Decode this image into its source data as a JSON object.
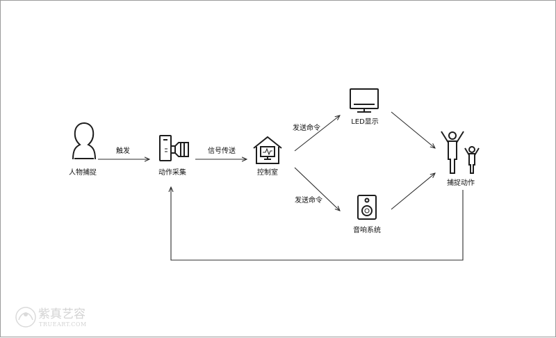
{
  "nodes": {
    "person_capture": {
      "label": "人物捕捉",
      "icon": "person-head-icon"
    },
    "motion_capture": {
      "label": "动作采集",
      "icon": "camera-icon"
    },
    "control_room": {
      "label": "控制室",
      "icon": "control-room-house-icon"
    },
    "led_display": {
      "label": "LED显示",
      "icon": "monitor-icon"
    },
    "audio_system": {
      "label": "音响系统",
      "icon": "speaker-icon"
    },
    "capture_motion": {
      "label": "捕捉动作",
      "icon": "people-cheering-icon"
    }
  },
  "edges": {
    "trigger": "触发",
    "signal": "信号传送",
    "send_led": "发送命令",
    "send_audio": "发送命令"
  },
  "watermark": {
    "line1": "紫真艺容",
    "line2": "TRUEART.COM"
  },
  "colors": {
    "stroke": "#1d1d1d",
    "watermark": "#cfcfcf",
    "frame": "#9a9a9a"
  }
}
